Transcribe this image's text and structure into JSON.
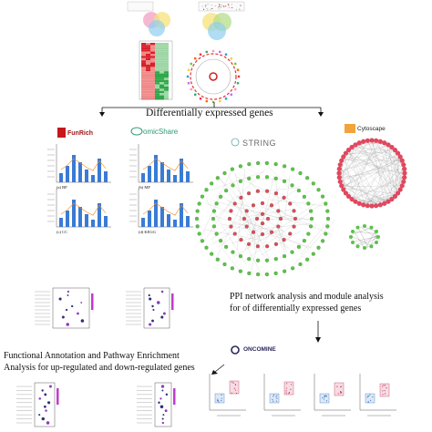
{
  "headings": {
    "deg": "Differentially expressed genes",
    "ppi_line1": "PPI network analysis and module analysis",
    "ppi_line2": "for of differentially expressed genes",
    "func_line1": "Functional Annotation and Pathway Enrichment",
    "func_line2": "Analysis for up-regulated and down-regulated genes"
  },
  "logos": {
    "funrich": "FunRich",
    "omicshare": "omicShare",
    "string": "STRING",
    "cytoscape": "Cytoscape",
    "oncomine": "ONCOMINE"
  },
  "panel_labels": {
    "bp": "(a) BP",
    "mf": "(b) MF",
    "cc": "(c) CC",
    "kegg": "(d) KEGG"
  },
  "colors": {
    "node_green": "#5cc24a",
    "node_red": "#e0485f",
    "bar_blue": "#3a7bd5",
    "heat_red": "#d8202a",
    "heat_green": "#2fa84a",
    "dot_purple": "#8a3bb7"
  }
}
